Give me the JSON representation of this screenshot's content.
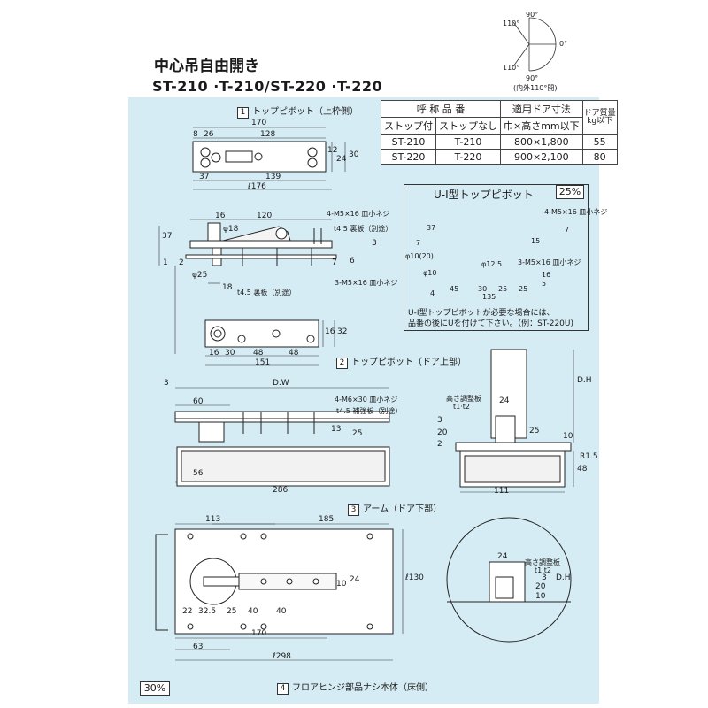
{
  "header": {
    "title": "中心吊自由開き",
    "models": "ST-210 ·T-210/ST-220 ·T-220",
    "angle_top": "90°",
    "angle_110_upper": "110°",
    "angle_110_lower": "110°",
    "angle_0": "0°",
    "angle_90_bottom": "90°",
    "angle_note": "(内外110°開)"
  },
  "spec_table": {
    "h_name": "呼 称 品 番",
    "h_door": "適用ドア寸法",
    "h_weight": "ドア質量",
    "sub_stop": "ストップ付",
    "sub_nostop": "ストップなし",
    "sub_dims": "巾×高さmm以下",
    "sub_kg": "kg以下",
    "rows": [
      {
        "stop": "ST-210",
        "nostop": "T-210",
        "dims": "800×1,800",
        "kg": "55"
      },
      {
        "stop": "ST-220",
        "nostop": "T-220",
        "dims": "900×2,100",
        "kg": "80"
      }
    ]
  },
  "ui_pivot": {
    "title": "U-I型トップピボット",
    "scale": "25%",
    "screw_label": "4-M5×16 皿小ネジ",
    "screw_label2": "3-M5×16 皿小ネジ",
    "dims": {
      "d37": "37",
      "d7": "7",
      "d15": "15",
      "d7b": "7",
      "phi10": "φ10(20)",
      "phi10b": "φ10",
      "phi125": "φ12.5",
      "d45": "45",
      "d30": "30",
      "d25": "25",
      "d25b": "25",
      "d135": "135",
      "d16": "16",
      "d5": "5",
      "d4": "4"
    },
    "note": "U-I型トップピボットが必要な場合には、\n品番の後にUを付けて下さい。（例：ST-220U)"
  },
  "section1": {
    "num": "1",
    "label": "トップピボット（上枠側）",
    "dims": {
      "d170": "170",
      "d8": "8",
      "d26": "26",
      "d128": "128",
      "d12": "12",
      "d24": "24",
      "d30": "30",
      "d37": "37",
      "d139": "139",
      "d176": "ℓ176"
    }
  },
  "side_view": {
    "screw_top": "4-M5×16 皿小ネジ",
    "plate_top": "t4.5 裏板（別途）",
    "screw_bottom": "3-M5×16 皿小ネジ",
    "plate_bottom": "t4.5 裏板（別途）",
    "dims": {
      "d16": "16",
      "d120": "120",
      "phi18": "φ18",
      "d37": "37",
      "d3": "3",
      "d2": "2",
      "d6": "6",
      "d1": "1",
      "phi25": "φ25",
      "d18": "18",
      "d7": "7"
    }
  },
  "section2": {
    "num": "2",
    "label": "トップピボット（ドア上部）",
    "dims": {
      "d16": "16",
      "d30": "30",
      "d48": "48",
      "d48b": "48",
      "d151": "151",
      "d16v": "16",
      "d32": "32"
    }
  },
  "dw_view": {
    "dw": "D.W",
    "d3": "3",
    "d60": "60",
    "screw": "4-M6×30 皿小ネジ",
    "plate": "t4.5 補強板（別途）",
    "dims": {
      "d13": "13",
      "d25": "25",
      "d56": "56",
      "d286": "286"
    }
  },
  "right_view": {
    "adj": "高さ調整板",
    "adj_t": "t1·t2",
    "dh": "D.H",
    "dims": {
      "d24": "24",
      "d20": "20",
      "d3": "3",
      "d2": "2",
      "d25": "25",
      "d10": "10",
      "r15": "R1.5",
      "d48": "48",
      "d111": "111"
    }
  },
  "section3": {
    "num": "3",
    "label": "アーム（ドア下部）",
    "dims": {
      "d113": "113",
      "d185": "185",
      "d22": "22",
      "d325": "32.5",
      "d25": "25",
      "d40": "40",
      "d40b": "40",
      "d170": "170",
      "d63": "63",
      "d298": "ℓ298",
      "d130": "ℓ130",
      "d24": "24",
      "d10": "10"
    }
  },
  "detail_circle": {
    "adj": "高さ調整板",
    "adj_t": "t1·t2",
    "dh": "D.H",
    "dims": {
      "d24": "24",
      "d20": "20",
      "d3": "3",
      "d10": "10"
    }
  },
  "section4": {
    "num": "4",
    "label": "フロアヒンジ部品ナシ本体（床側）"
  },
  "footer": {
    "scale": "30%"
  }
}
